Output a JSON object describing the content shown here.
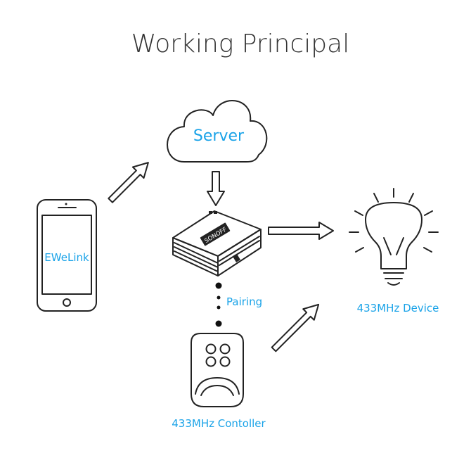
{
  "title": "Working Principal",
  "nodes": {
    "server": "Server",
    "phone_app": "EWeLink",
    "pairing": "Pairing",
    "device": "433MHz Device",
    "controller": "433MHz Contoller"
  },
  "bridge_brand": "SONOFF",
  "colors": {
    "label": "#1aa3e8",
    "outline": "#222222",
    "title": "#333333"
  },
  "icons": [
    "cloud-icon",
    "smartphone-icon",
    "bridge-hub-icon",
    "light-bulb-icon",
    "remote-control-icon",
    "arrow-icon"
  ]
}
